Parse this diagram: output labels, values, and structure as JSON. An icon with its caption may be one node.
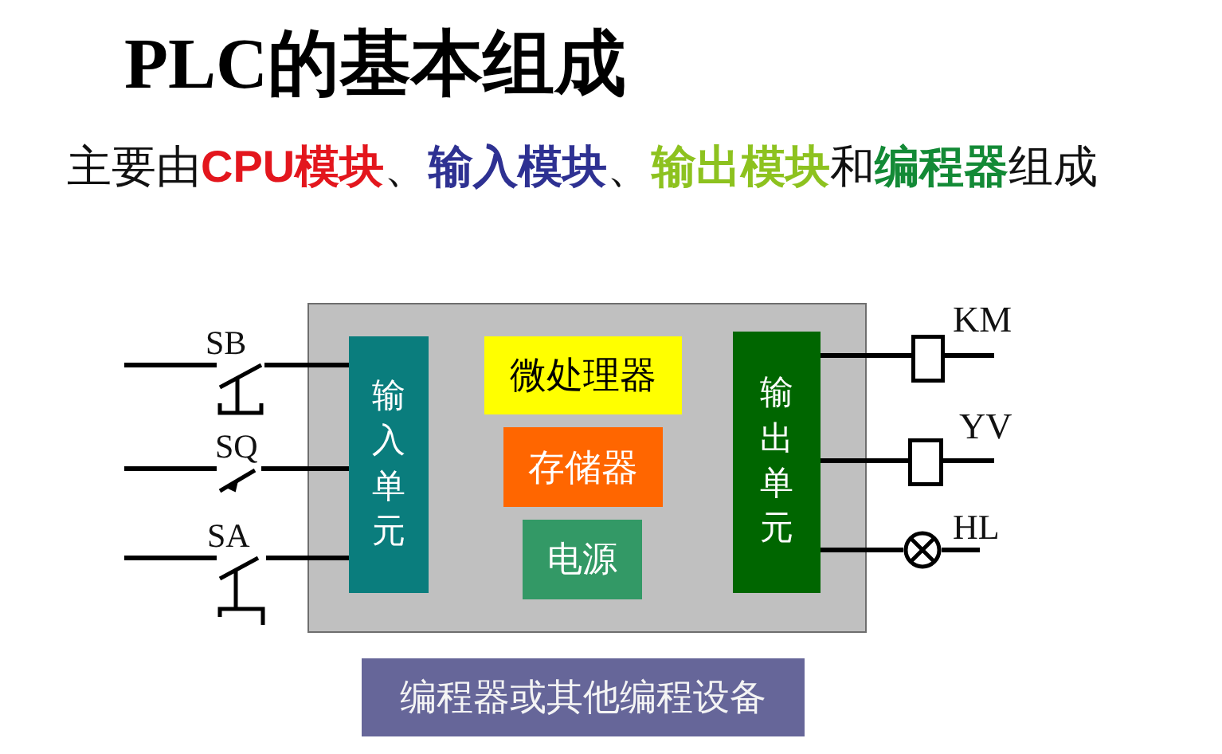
{
  "diagram": {
    "title": "PLC的基本组成",
    "nodes": [
      {
        "text": [
          "SB"
        ]
      },
      {
        "text": [
          "SQ"
        ]
      },
      {
        "text": [
          "SA"
        ]
      },
      {
        "text": [],
        "shape": "box"
      },
      {
        "text": [
          "输入单元"
        ],
        "in": 3
      },
      {
        "text": [
          "微处理器"
        ],
        "in": 3
      },
      {
        "text": [
          "存储器"
        ],
        "in": 3
      },
      {
        "text": [
          "电源"
        ],
        "in": 3
      },
      {
        "text": [
          "输出单元"
        ],
        "in": 3
      },
      {
        "text": [
          "KM"
        ]
      },
      {
        "text": [
          "YV"
        ]
      },
      {
        "text": [
          "HL"
        ]
      },
      {
        "text": [
          "编程器或其他编程设备"
        ]
      }
    ],
    "edges": [
      {
        "from": null,
        "to": 0,
        "arrow": "none"
      },
      {
        "from": 0,
        "to": 4,
        "arrow": "none"
      },
      {
        "from": null,
        "to": 1,
        "arrow": "none"
      },
      {
        "from": 1,
        "to": 4,
        "arrow": "none"
      },
      {
        "from": null,
        "to": 2,
        "arrow": "none"
      },
      {
        "from": 2,
        "to": 4,
        "arrow": "none"
      },
      {
        "from": 8,
        "to": 9,
        "arrow": "none"
      },
      {
        "from": 9,
        "to": null,
        "arrow": "none"
      },
      {
        "from": 8,
        "to": 10,
        "arrow": "none"
      },
      {
        "from": 10,
        "to": null,
        "arrow": "none"
      },
      {
        "from": 8,
        "to": 11,
        "arrow": "none"
      },
      {
        "from": 11,
        "to": null,
        "arrow": "none"
      }
    ],
    "labels": [
      "主要由**CPU模块**、**输入模块**、**输出模块**和**编程器**组成"
    ]
  }
}
